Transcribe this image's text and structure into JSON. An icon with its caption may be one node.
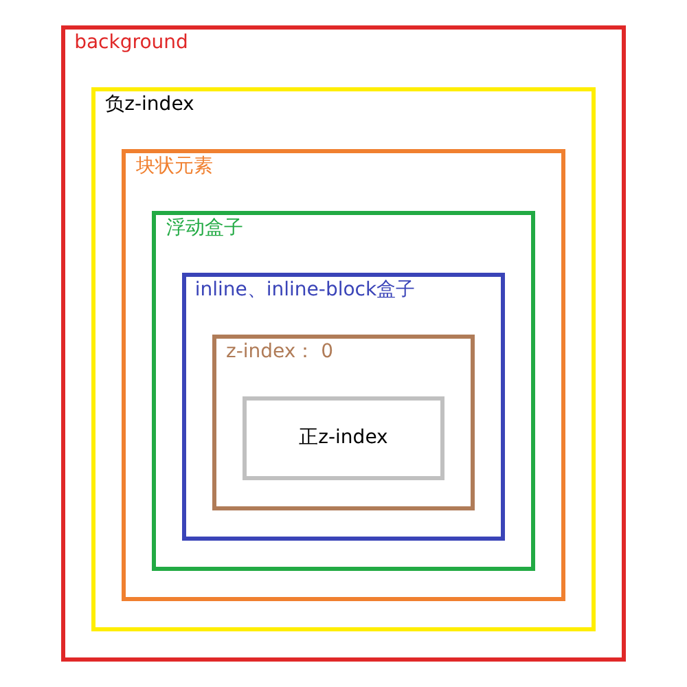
{
  "diagram": {
    "nodes": [
      {
        "text": [
          "background"
        ]
      },
      {
        "text": [
          "负z-index"
        ],
        "in": 0
      },
      {
        "text": [
          "块状元素"
        ],
        "in": 1
      },
      {
        "text": [
          "浮动盒子"
        ],
        "in": 2
      },
      {
        "text": [
          "inline、inline-block盒子"
        ],
        "in": 3
      },
      {
        "text": [
          "z-index： 0"
        ],
        "in": 4
      },
      {
        "text": [
          "正z-index"
        ],
        "in": 5
      }
    ],
    "edges": []
  }
}
